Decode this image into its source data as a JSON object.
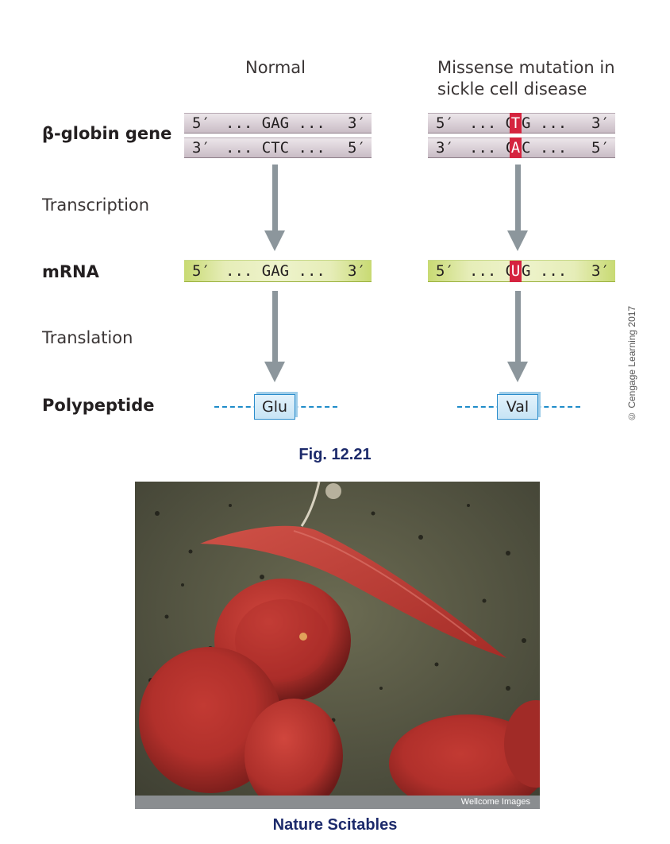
{
  "columns": {
    "normal": "Normal",
    "mutant": "Missense mutation in\nsickle cell disease"
  },
  "rows": {
    "gene": "β-globin gene",
    "transcription": "Transcription",
    "mrna": "mRNA",
    "translation": "Translation",
    "polypeptide": "Polypeptide"
  },
  "normal": {
    "coding_strand": {
      "five": "5′",
      "seq": "... GAG ...",
      "three": "3′"
    },
    "template_strand": {
      "three": "3′",
      "seq": "... CTC ...",
      "five": "5′"
    },
    "mrna": {
      "five": "5′",
      "seq": "... GAG ...",
      "three": "3′"
    },
    "amino_acid": "Glu"
  },
  "mutant": {
    "coding_strand": {
      "five": "5′",
      "pre": "... G",
      "mut": "T",
      "post": "G ...",
      "three": "3′"
    },
    "template_strand": {
      "three": "3′",
      "pre": "... C",
      "mut": "A",
      "post": "C ...",
      "three_end": "5′"
    },
    "mrna": {
      "five": "5′",
      "pre": "... G",
      "mut": "U",
      "post": "G ...",
      "three": "3′"
    },
    "amino_acid": "Val"
  },
  "figure_credit": "© Cengage Learning 2017",
  "figure_caption": "Fig. 12.21",
  "photo_credit": "Wellcome Images",
  "photo_caption": "Nature Scitables",
  "colors": {
    "mutation_highlight": "#d5243f",
    "arrow": "#8c969c",
    "caption": "#1c2a6b",
    "peptide": "#1f8cc9",
    "cell_red": "#b8302c"
  }
}
